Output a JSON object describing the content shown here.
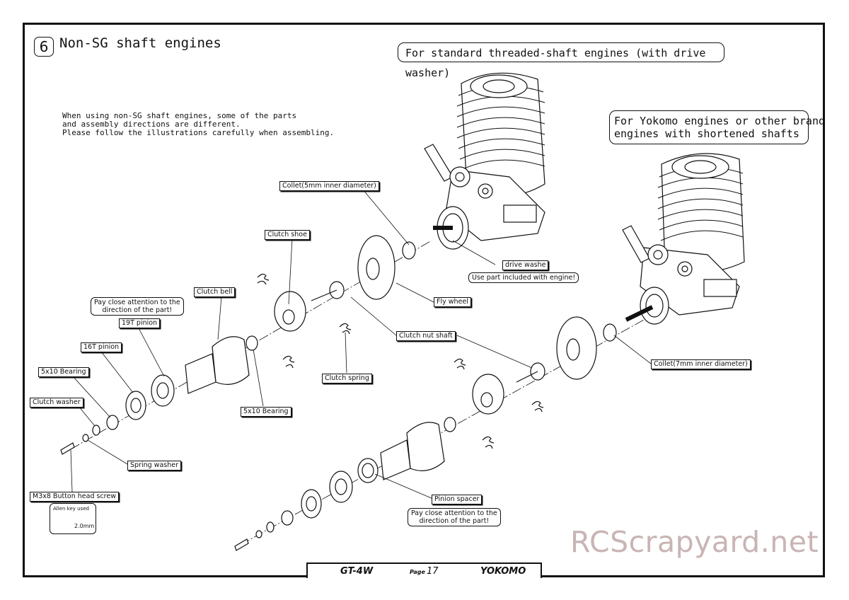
{
  "section": {
    "number": "6",
    "title": "Non-SG shaft engines"
  },
  "intro_text": "When using non-SG shaft engines, some of the parts\nand assembly directions are different.\nPlease follow the illustrations carefully when assembling.",
  "bubbles": {
    "standard": "For standard threaded-shaft engines (with drive washer)",
    "yokomo": "For Yokomo engines or other brand\nengines with shortened shafts"
  },
  "labels": {
    "collet_5mm": "Collet(5mm inner diameter)",
    "clutch_shoe": "Clutch shoe",
    "drive_washer": "drive washe",
    "use_part": "Use part included with engine!",
    "fly_wheel": "Fly wheel",
    "clutch_bell": "Clutch bell",
    "pinion_19t": "19T pinion",
    "pinion_16t": "16T pinion",
    "bearing_5x10_a": "5x10 Bearing",
    "clutch_washer": "Clutch washer",
    "spring_washer": "Spring washer",
    "button_screw": "M3x8 Button head screw",
    "clutch_nut_shaft": "Clutch nut shaft",
    "clutch_spring": "Clutch spring",
    "bearing_5x10_b": "5x10 Bearing",
    "collet_7mm": "Collet(7mm inner diameter)",
    "pinion_spacer": "Pinion spacer"
  },
  "notes": {
    "attention_1": "Pay close attention to the\ndirection of the part!",
    "attention_2": "Pay close attention to the\ndirection of the part!"
  },
  "allen_key": {
    "title": "Allen key used",
    "size": "2.0mm"
  },
  "footer": {
    "model": "GT-4W",
    "page_label": "Page",
    "page_number": "17",
    "brand": "YOKOMO"
  },
  "watermark": "RCScrapyard.net"
}
